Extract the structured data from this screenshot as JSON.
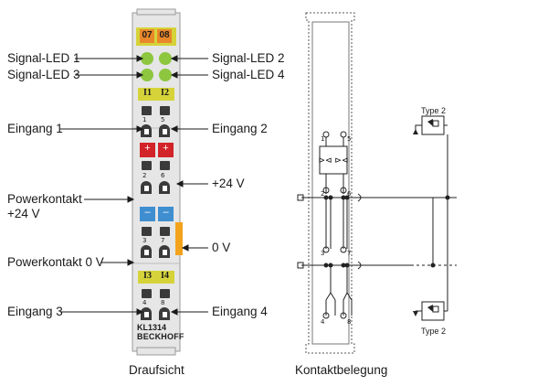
{
  "labels_left": [
    {
      "id": "signal-led-1",
      "text": "Signal-LED 1"
    },
    {
      "id": "signal-led-3",
      "text": "Signal-LED 3"
    },
    {
      "id": "eingang-1",
      "text": "Eingang 1"
    },
    {
      "id": "powerkontakt-24v-line1",
      "text": "Powerkontakt"
    },
    {
      "id": "powerkontakt-24v-line2",
      "text": "+24 V"
    },
    {
      "id": "powerkontakt-0v",
      "text": "Powerkontakt 0 V"
    },
    {
      "id": "eingang-3",
      "text": "Eingang 3"
    }
  ],
  "labels_right": [
    {
      "id": "signal-led-2",
      "text": "Signal-LED 2"
    },
    {
      "id": "signal-led-4",
      "text": "Signal-LED 4"
    },
    {
      "id": "eingang-2",
      "text": "Eingang 2"
    },
    {
      "id": "plus-24v",
      "text": "+24 V"
    },
    {
      "id": "zero-v",
      "text": "0 V"
    },
    {
      "id": "eingang-4",
      "text": "Eingang 4"
    }
  ],
  "terminal": {
    "top_left_tag": "07",
    "top_right_tag": "08",
    "i1": "I1",
    "i2": "I2",
    "i3": "I3",
    "i4": "I4",
    "plus": "+",
    "minus": "–",
    "model": "KL1314",
    "brand": "BECKHOFF",
    "pin1": "1",
    "pin5": "5",
    "pin2": "2",
    "pin6": "6",
    "pin3": "3",
    "pin7": "7",
    "pin4": "4",
    "pin8": "8"
  },
  "schematic": {
    "type_top": "Type 2",
    "type_bottom": "Type 2",
    "pin1": "1",
    "pin5": "5",
    "pin2": "2",
    "pin6": "6",
    "pin3": "3",
    "pin7": "7",
    "pin4": "4",
    "pin8": "8"
  },
  "captions": {
    "left": "Draufsicht",
    "right": "Kontaktbelegung"
  },
  "colors": {
    "led_green": "#8dc63f",
    "label_yellow": "#d6d33a",
    "tag_orange": "#e8872a",
    "plus_red": "#d2232a",
    "minus_blue": "#3e8ed0",
    "housing": "#e4e4e4",
    "accent_orange": "#f2a31b"
  }
}
